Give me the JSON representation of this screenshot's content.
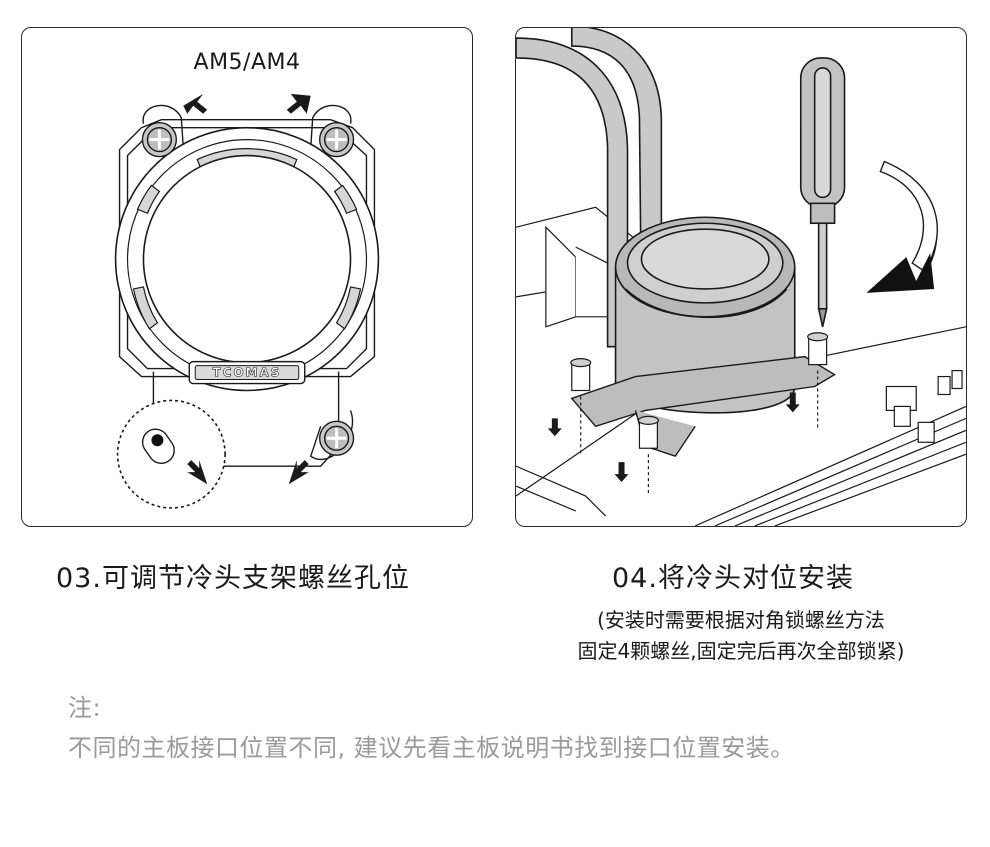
{
  "step3": {
    "socket_label": "AM5/AM4",
    "brand_text": "TCOMAS",
    "caption": "03.可调节冷头支架螺丝孔位"
  },
  "step4": {
    "caption": "04.将冷头对位安装",
    "note_line1": "(安装时需要根据对角锁螺丝方法",
    "note_line2": "固定4颗螺丝,固定完后再次全部锁紧)"
  },
  "footer": {
    "note_title": "注:",
    "note_text": "不同的主板接口位置不同, 建议先看主板说明书找到接口位置安装。"
  },
  "colors": {
    "line": "#1a1a1a",
    "tube_fill": "#c9c9c9",
    "note_gray": "#9a9a9a"
  }
}
